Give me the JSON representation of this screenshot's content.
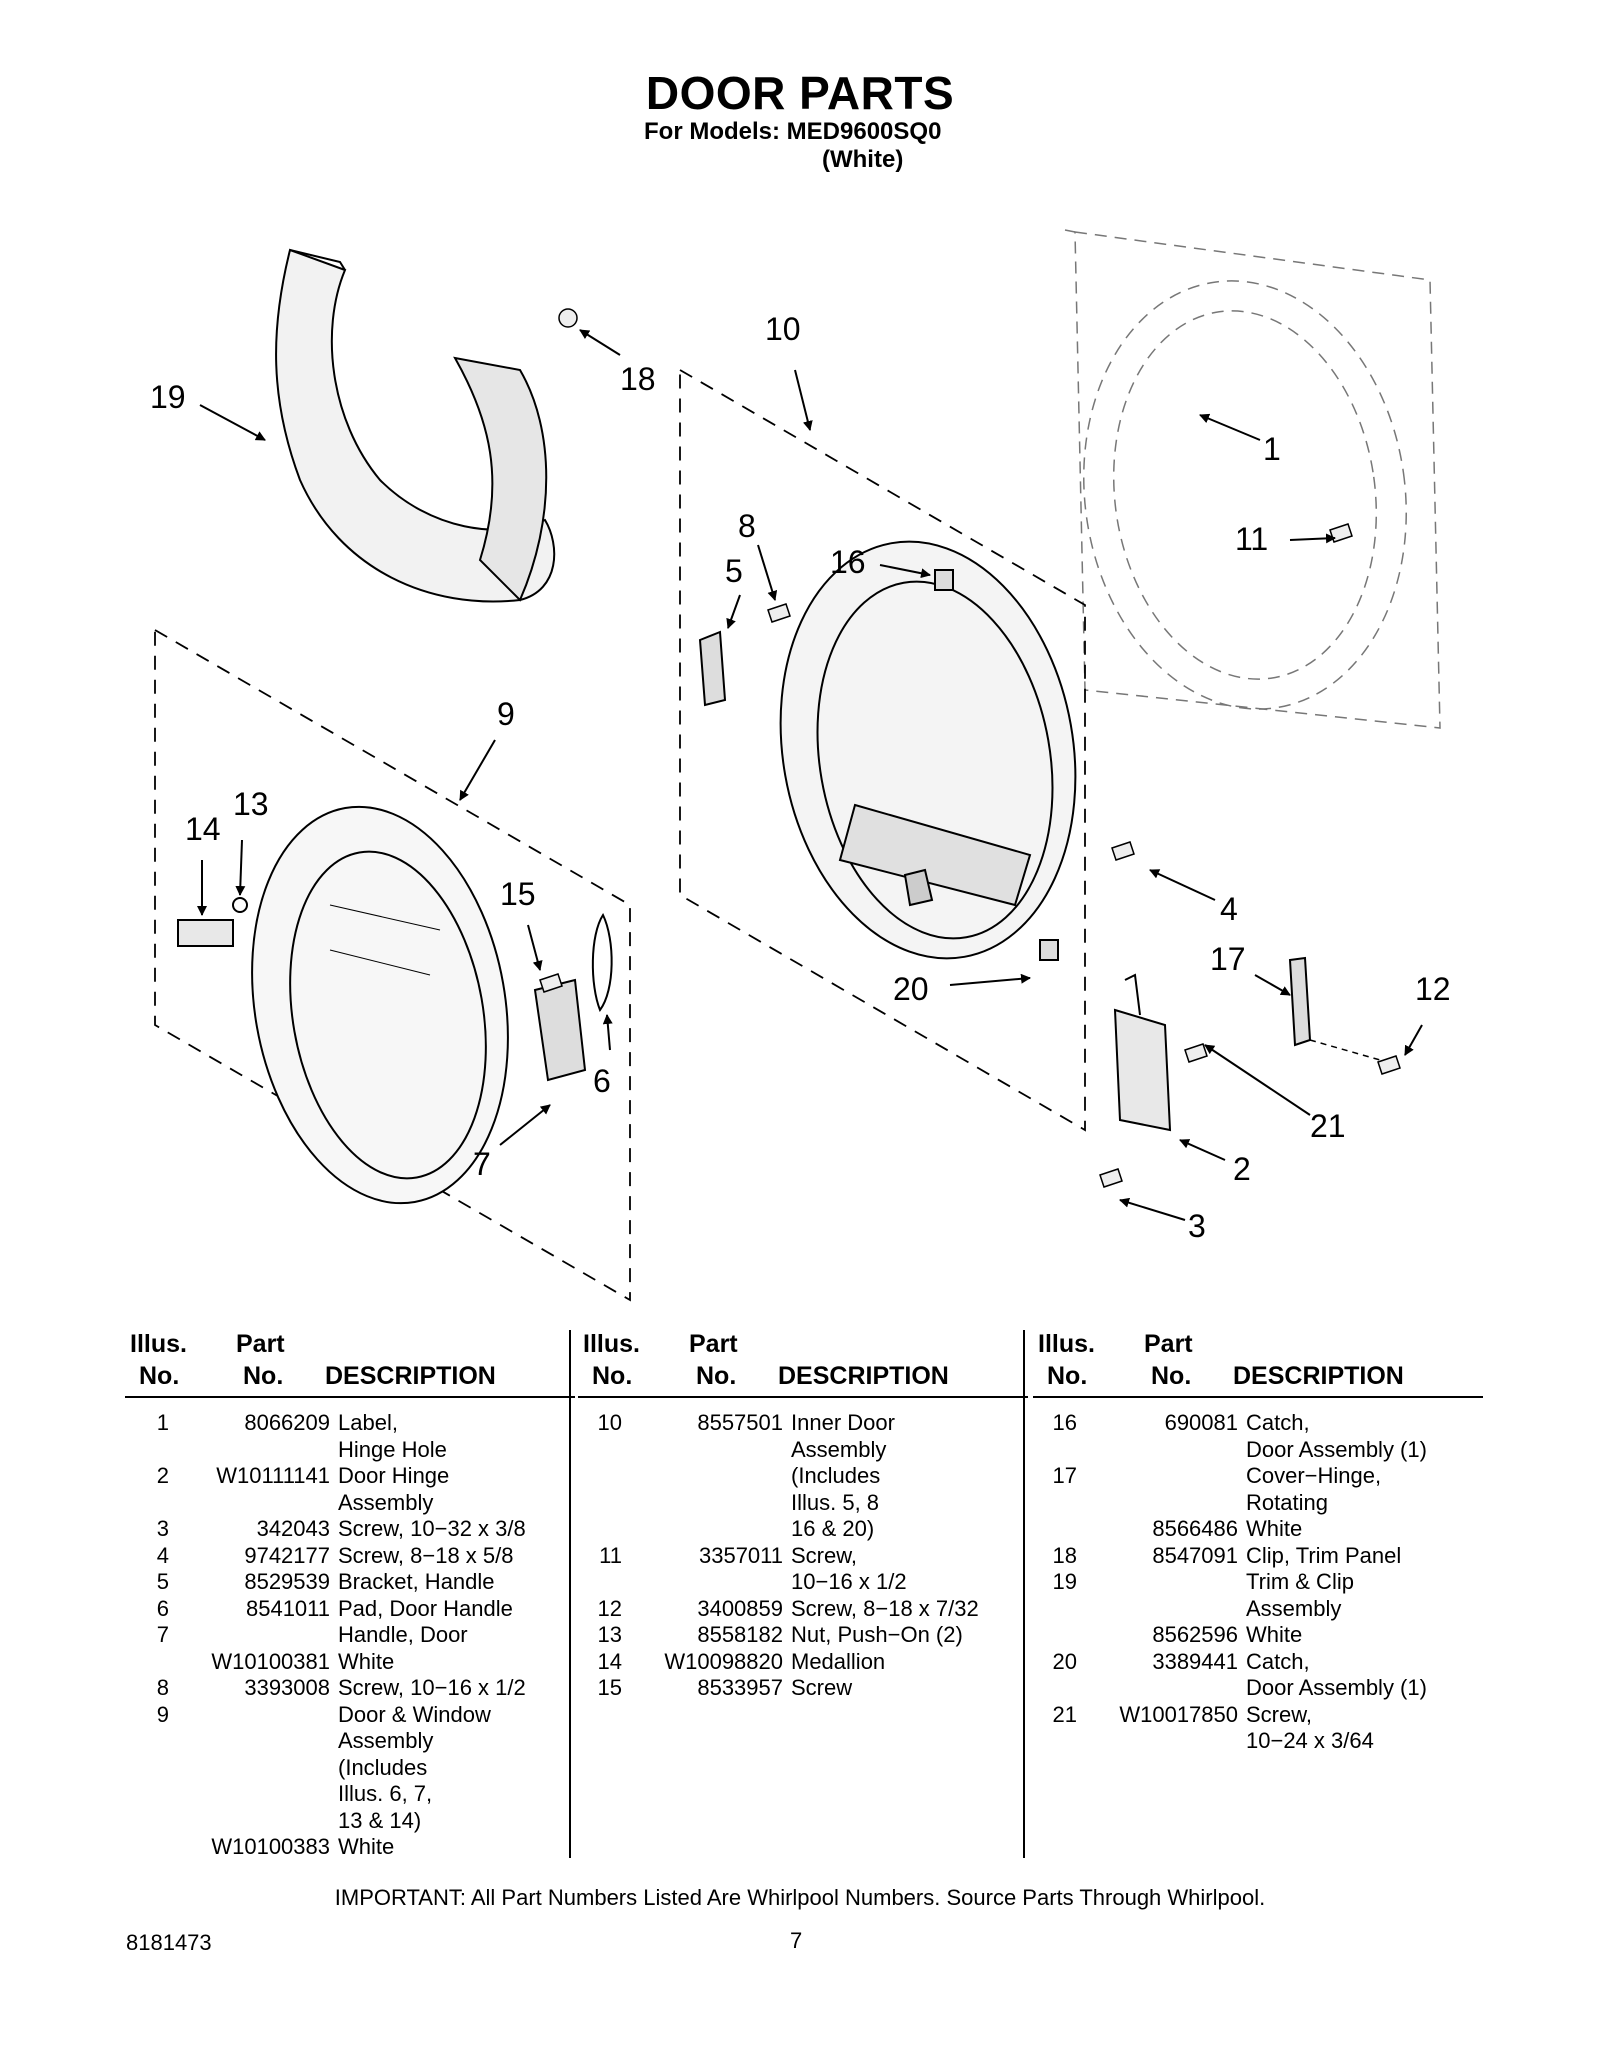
{
  "header": {
    "title": "DOOR PARTS",
    "models_line": "For Models: MED9600SQ0",
    "color_line": "(White)"
  },
  "diagram": {
    "callouts": [
      "1",
      "2",
      "3",
      "4",
      "5",
      "6",
      "7",
      "8",
      "9",
      "10",
      "11",
      "12",
      "13",
      "14",
      "15",
      "16",
      "17",
      "18",
      "19",
      "20",
      "21"
    ]
  },
  "table": {
    "head": {
      "illus": "Illus.",
      "no": "No.",
      "part": "Part",
      "part_no": "No.",
      "description": "DESCRIPTION"
    },
    "columns": [
      [
        {
          "illus": "1",
          "part": "8066209",
          "desc": "Label,"
        },
        {
          "illus": "",
          "part": "",
          "desc": "Hinge Hole"
        },
        {
          "illus": "2",
          "part": "W10111141",
          "desc": "Door Hinge"
        },
        {
          "illus": "",
          "part": "",
          "desc": "Assembly"
        },
        {
          "illus": "3",
          "part": "342043",
          "desc": "Screw, 10−32 x 3/8"
        },
        {
          "illus": "4",
          "part": "9742177",
          "desc": "Screw, 8−18 x 5/8"
        },
        {
          "illus": "5",
          "part": "8529539",
          "desc": "Bracket, Handle"
        },
        {
          "illus": "6",
          "part": "8541011",
          "desc": "Pad, Door Handle"
        },
        {
          "illus": "7",
          "part": "",
          "desc": "Handle, Door"
        },
        {
          "illus": "",
          "part": "W10100381",
          "desc": "White"
        },
        {
          "illus": "8",
          "part": "3393008",
          "desc": "Screw, 10−16 x 1/2"
        },
        {
          "illus": "9",
          "part": "",
          "desc": "Door & Window"
        },
        {
          "illus": "",
          "part": "",
          "desc": "Assembly"
        },
        {
          "illus": "",
          "part": "",
          "desc": "(Includes"
        },
        {
          "illus": "",
          "part": "",
          "desc": " Illus. 6, 7,"
        },
        {
          "illus": "",
          "part": "",
          "desc": " 13 & 14)"
        },
        {
          "illus": "",
          "part": "W10100383",
          "desc": "White"
        }
      ],
      [
        {
          "illus": "10",
          "part": "8557501",
          "desc": "Inner Door"
        },
        {
          "illus": "",
          "part": "",
          "desc": "Assembly"
        },
        {
          "illus": "",
          "part": "",
          "desc": "(Includes"
        },
        {
          "illus": "",
          "part": "",
          "desc": " Illus. 5, 8"
        },
        {
          "illus": "",
          "part": "",
          "desc": "16 & 20)"
        },
        {
          "illus": "11",
          "part": "3357011",
          "desc": "Screw,"
        },
        {
          "illus": "",
          "part": "",
          "desc": "10−16 x 1/2"
        },
        {
          "illus": "12",
          "part": "3400859",
          "desc": "Screw, 8−18 x 7/32"
        },
        {
          "illus": "13",
          "part": "8558182",
          "desc": "Nut, Push−On (2)"
        },
        {
          "illus": "14",
          "part": "W10098820",
          "desc": "Medallion"
        },
        {
          "illus": "15",
          "part": "8533957",
          "desc": "Screw"
        }
      ],
      [
        {
          "illus": "16",
          "part": "690081",
          "desc": "Catch,"
        },
        {
          "illus": "",
          "part": "",
          "desc": "Door Assembly (1)"
        },
        {
          "illus": "17",
          "part": "",
          "desc": "Cover−Hinge,"
        },
        {
          "illus": "",
          "part": "",
          "desc": "Rotating"
        },
        {
          "illus": "",
          "part": "8566486",
          "desc": "White"
        },
        {
          "illus": "18",
          "part": "8547091",
          "desc": "Clip, Trim Panel"
        },
        {
          "illus": "19",
          "part": "",
          "desc": "Trim & Clip"
        },
        {
          "illus": "",
          "part": "",
          "desc": "Assembly"
        },
        {
          "illus": "",
          "part": "8562596",
          "desc": "White"
        },
        {
          "illus": "20",
          "part": "3389441",
          "desc": "Catch,"
        },
        {
          "illus": "",
          "part": "",
          "desc": "Door Assembly (1)"
        },
        {
          "illus": "21",
          "part": "W10017850",
          "desc": "Screw,"
        },
        {
          "illus": "",
          "part": "",
          "desc": "10−24 x 3/64"
        }
      ]
    ]
  },
  "footer": {
    "note": "IMPORTANT: All Part Numbers Listed Are Whirlpool Numbers. Source Parts Through Whirlpool.",
    "doc_number": "8181473",
    "page_number": "7"
  }
}
